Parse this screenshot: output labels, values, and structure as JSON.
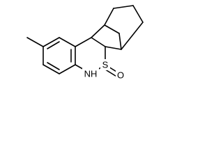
{
  "colors": {
    "background": "#ffffff",
    "bond": "#000000",
    "label": "#000000"
  },
  "atoms": {
    "nh": "NH",
    "s": "S",
    "o": "O"
  }
}
